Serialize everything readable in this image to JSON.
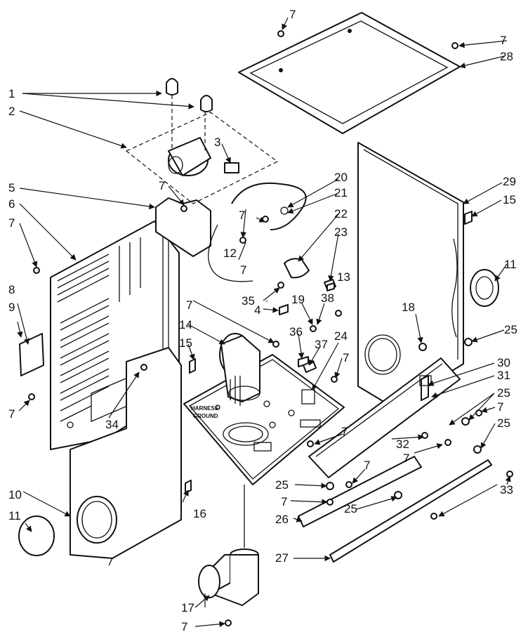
{
  "diagram": {
    "embossed_text": [
      "HARNESS",
      "GROUND"
    ],
    "callouts": [
      "1",
      "2",
      "3",
      "5",
      "6",
      "7",
      "8",
      "9",
      "10",
      "11",
      "12",
      "13",
      "14",
      "15",
      "16",
      "17",
      "18",
      "19",
      "20",
      "21",
      "22",
      "23",
      "24",
      "25",
      "26",
      "27",
      "28",
      "29",
      "30",
      "31",
      "32",
      "33",
      "34",
      "35",
      "36",
      "37",
      "38"
    ]
  }
}
